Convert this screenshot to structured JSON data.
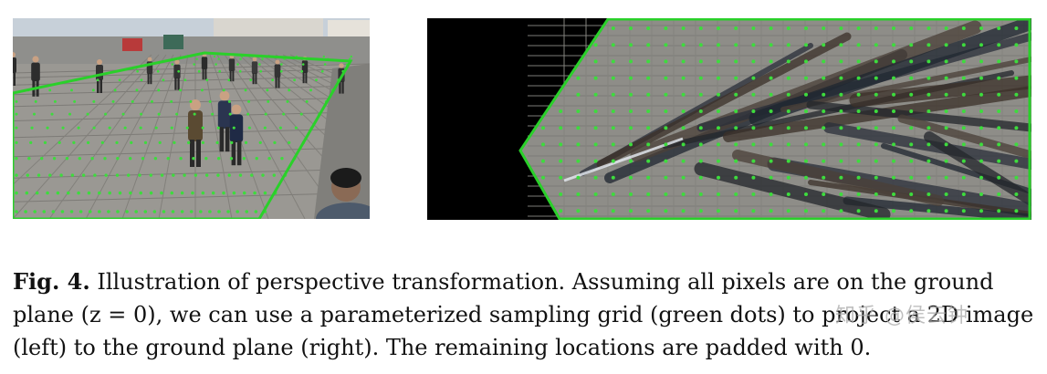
{
  "figure": {
    "left_image_alt": "Camera view of a plaza with pedestrians; a green quadrilateral marks the ground-plane sampling region",
    "right_image_alt": "Top-down ground-plane projection with green sampling dots; unmapped areas padded black",
    "grid_color": "#3ddc3d",
    "outline_color": "#2ad02a"
  },
  "caption": {
    "label": "Fig. 4.",
    "text": " Illustration of perspective transformation. Assuming all pixels are on the ground plane (z = 0), we can use a parameterized sampling grid (green dots) to project a 2D image (left) to the ground plane (right). The remaining locations are padded with 0."
  },
  "watermark": {
    "text": "知乎 @侯云钟"
  }
}
